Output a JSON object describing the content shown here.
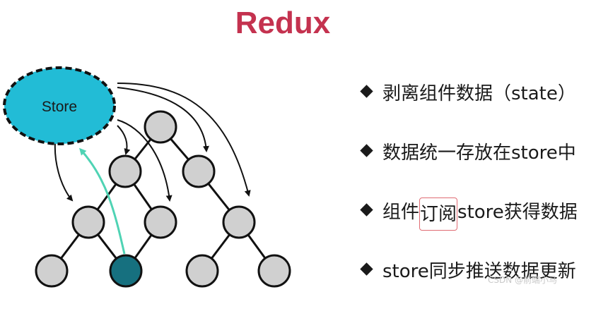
{
  "title": "Redux",
  "store_label": "Store",
  "colors": {
    "title": "#c4324f",
    "store_fill": "#22bcd6",
    "node_fill": "#d0d0d0",
    "active_node_fill": "#16707f",
    "highlight_arrow": "#4fd3b4",
    "highlight_box": "#e06b73"
  },
  "bullets": [
    {
      "text": "剥离组件数据（state）"
    },
    {
      "text": "数据统一存放在store中"
    },
    {
      "before": "组件",
      "highlight": "订阅",
      "after": "store获得数据"
    },
    {
      "text": "store同步推送数据更新"
    }
  ],
  "watermark": "CSDN @前端小马"
}
